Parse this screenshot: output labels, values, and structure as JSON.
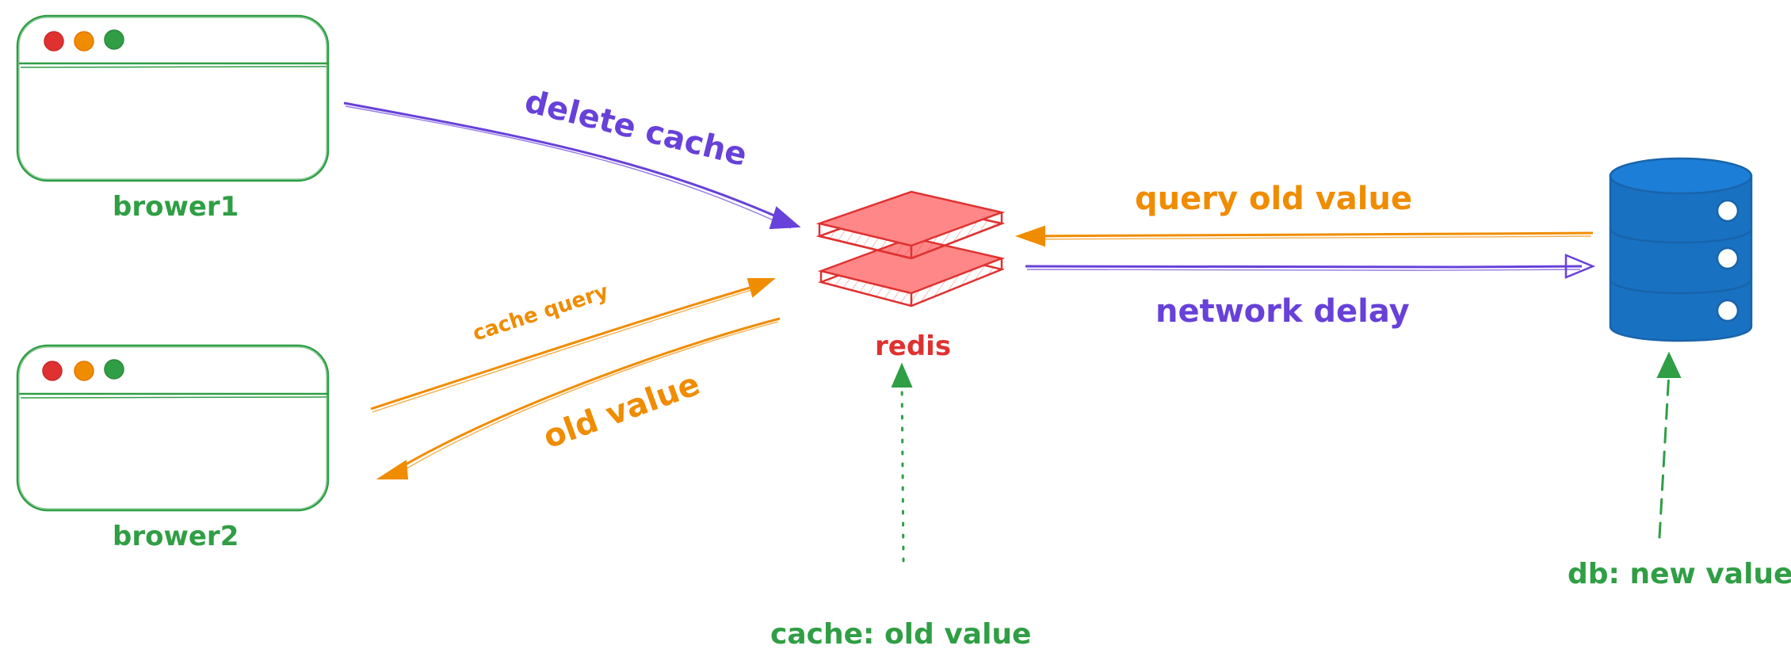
{
  "labels": {
    "browser1": "brower1",
    "browser2": "brower2",
    "redis": "redis",
    "delete_cache": "delete cache",
    "cache_query": "cache query",
    "old_value": "old value",
    "query_old_value": "query old value",
    "network_delay": "network delay",
    "cache_state": "cache: old value",
    "db_state": "db: new value"
  },
  "colors": {
    "green": "#2f9e44",
    "purple": "#6741d9",
    "orange": "#f08c00",
    "red": "#e03131",
    "redis_fill": "#ff8787",
    "db_fill": "#1971c2",
    "dot_red": "#e03131",
    "dot_orange": "#f08c00",
    "dot_green": "#2f9e44"
  },
  "icons": {
    "browser": "browser-window-icon",
    "redis": "redis-stack-icon",
    "database": "database-cylinder-icon"
  }
}
